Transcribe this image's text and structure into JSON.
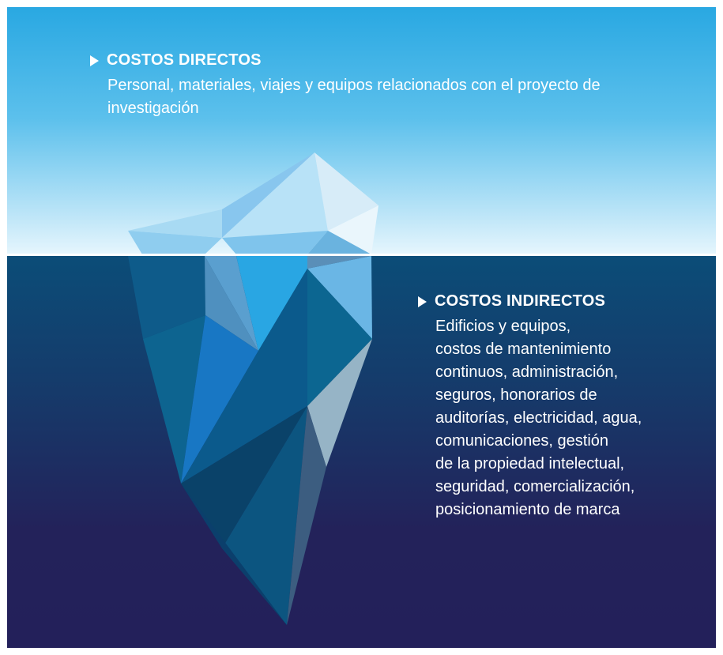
{
  "direct": {
    "title": "COSTOS DIRECTOS",
    "description": "Personal, materiales, viajes y equipos relacionados con el proyecto de investigación"
  },
  "indirect": {
    "title": "COSTOS INDIRECTOS",
    "lines": [
      "Edificios y equipos,",
      "costos de mantenimiento",
      "continuos, administración,",
      "seguros, honorarios de",
      "auditorías, electricidad, agua,",
      "comunicaciones, gestión",
      "de la propiedad intelectual,",
      "seguridad, comercialización,",
      "posicionamiento de marca"
    ]
  },
  "colors": {
    "sky_top": "#29a8e2",
    "sea_bottom": "#23205a",
    "waterline": "#ffffff"
  }
}
